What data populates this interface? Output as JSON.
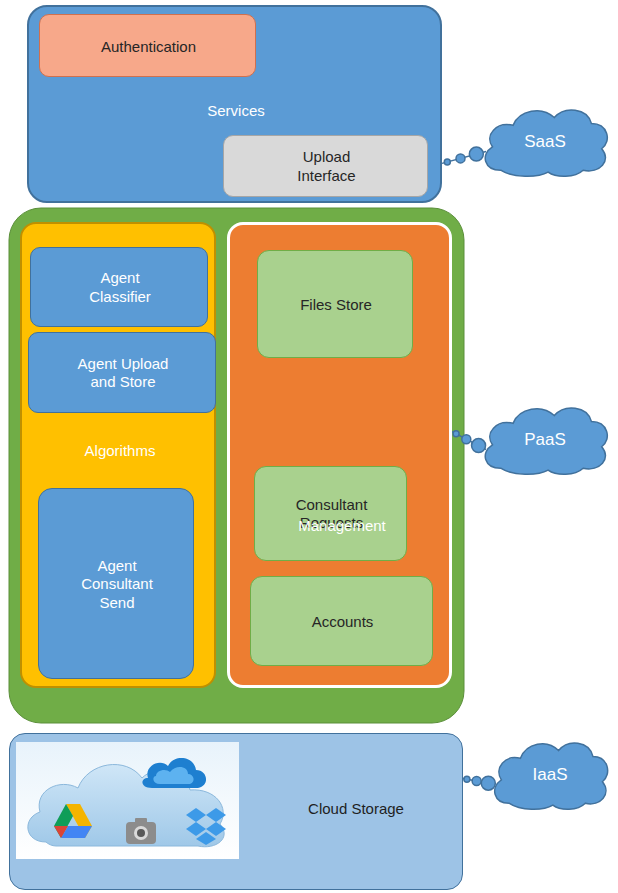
{
  "diagram": {
    "nodes": [
      {
        "text": [
          "Services"
        ]
      },
      {
        "text": [
          "Authentication"
        ],
        "in": 0
      },
      {
        "text": [
          "Upload Interface"
        ],
        "in": 0
      },
      {
        "text": [
          "SaaS"
        ]
      },
      {
        "text": [
          "Algorithms"
        ]
      },
      {
        "text": [
          "Agent Classifier"
        ],
        "in": 4
      },
      {
        "text": [
          "Agent Upload and Store"
        ],
        "in": 4
      },
      {
        "text": [
          "Agent Consultant Send"
        ],
        "in": 4
      },
      {
        "text": [
          "Management"
        ]
      },
      {
        "text": [
          "Files Store"
        ],
        "in": 8
      },
      {
        "text": [
          "Consultant Requests"
        ],
        "in": 8
      },
      {
        "text": [
          "Accounts"
        ],
        "in": 8
      },
      {
        "text": [
          "PaaS"
        ]
      },
      {
        "text": [
          "Cloud Storage"
        ]
      },
      {
        "text": [
          "IaaS"
        ]
      }
    ],
    "edges": [
      {
        "from": 0,
        "to": 3,
        "arrow": "none"
      },
      {
        "from": 8,
        "to": 12,
        "arrow": "none"
      },
      {
        "from": 13,
        "to": 14,
        "arrow": "none"
      }
    ]
  }
}
